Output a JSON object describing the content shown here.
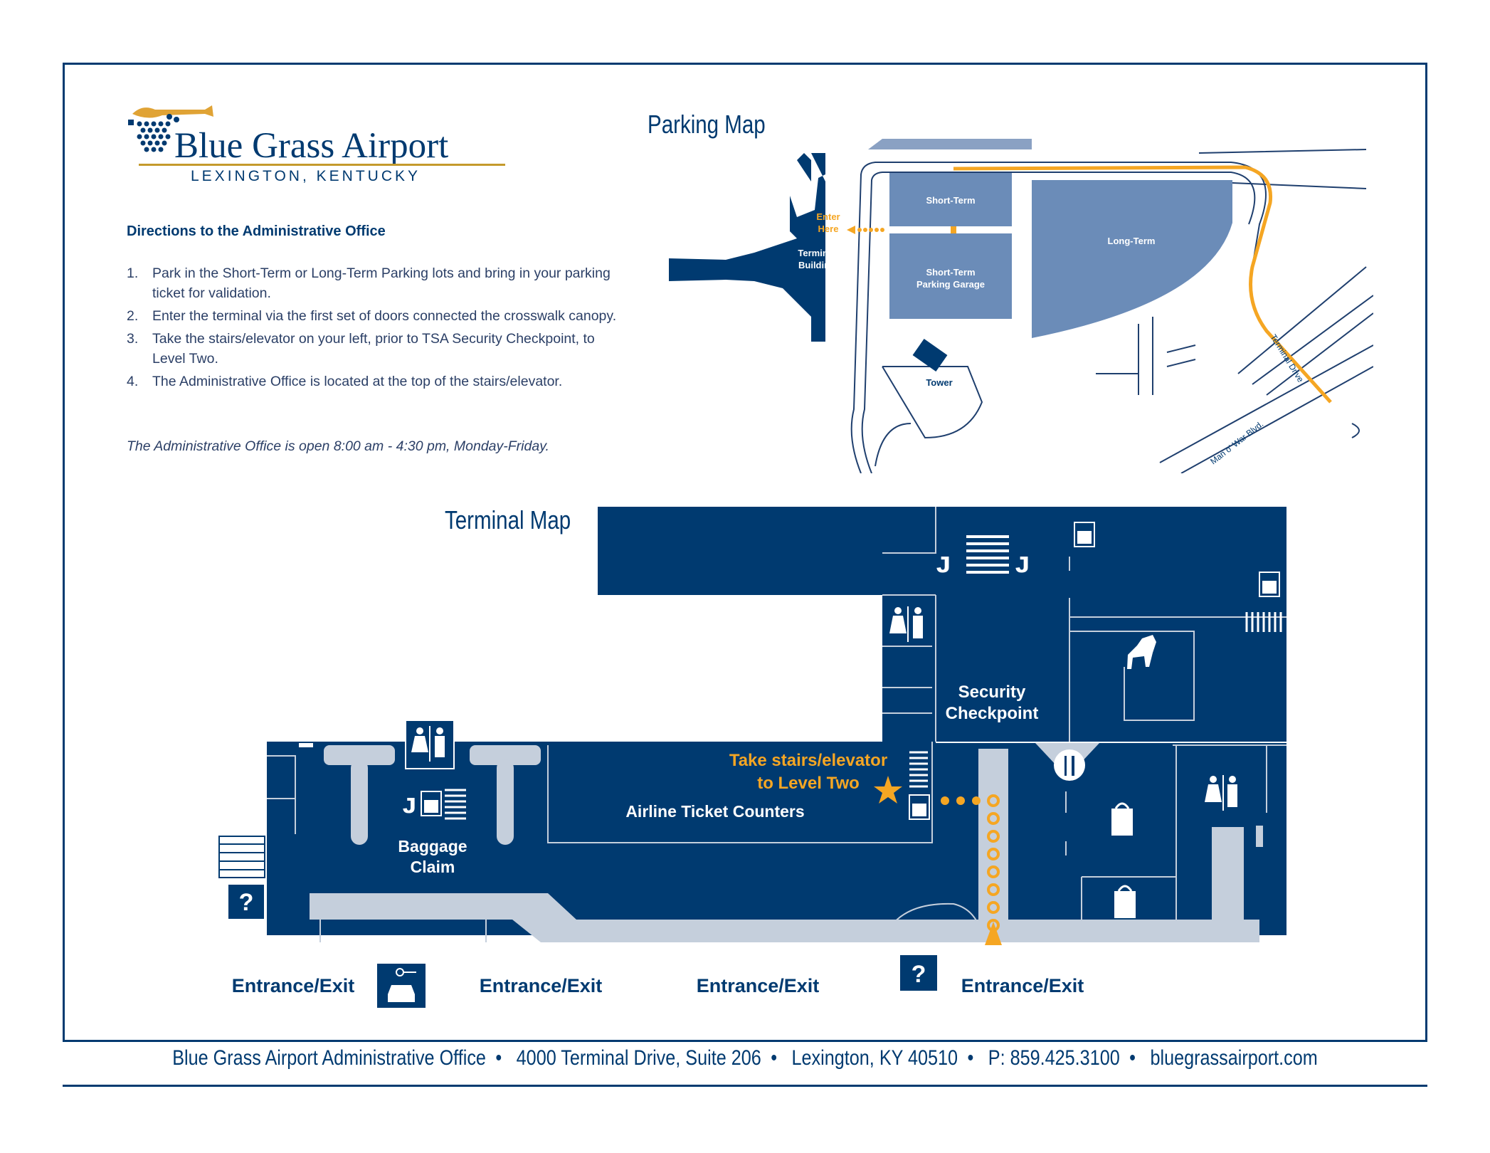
{
  "header": {
    "airport_name": "Blue Grass Airport",
    "location": "LEXINGTON, KENTUCKY"
  },
  "directions": {
    "title": "Directions to the Administrative Office",
    "steps": [
      {
        "num": "1.",
        "text": "Park in the Short-Term or Long-Term Parking lots and bring in your parking ticket for validation."
      },
      {
        "num": "2.",
        "text": "Enter the terminal via the first set of doors connected the crosswalk canopy."
      },
      {
        "num": "3.",
        "text": "Take the stairs/elevator on your left, prior to TSA Security Checkpoint, to Level Two."
      },
      {
        "num": "4.",
        "text": "The Administrative Office is located at the top of the stairs/elevator."
      }
    ],
    "hours": "The Administrative Office is open 8:00 am - 4:30 pm, Monday-Friday."
  },
  "parking_map": {
    "title": "Parking Map",
    "enter_label_1": "Enter",
    "enter_label_2": "Here",
    "terminal_label_1": "Terminal",
    "terminal_label_2": "Building",
    "short_term": "Short-Term",
    "garage_label_1": "Short-Term",
    "garage_label_2": "Parking Garage",
    "long_term": "Long-Term",
    "tower": "Tower",
    "terminal_drive": "Terminal Drive",
    "man_o_war": "Man o' War Blvd."
  },
  "terminal_map": {
    "title": "Terminal Map",
    "security_1": "Security",
    "security_2": "Checkpoint",
    "take_stairs_1": "Take stairs/elevator",
    "take_stairs_2": "to Level Two",
    "airline_counters": "Airline Ticket Counters",
    "baggage_1": "Baggage",
    "baggage_2": "Claim",
    "entrances": [
      "Entrance/Exit",
      "Entrance/Exit",
      "Entrance/Exit",
      "Entrance/Exit"
    ]
  },
  "icons": [
    "restroom-icon",
    "escalator-icon",
    "stairs-icon",
    "elevator-icon",
    "service-animal-icon",
    "dining-icon",
    "shopping-icon",
    "information-icon",
    "rental-car-icon",
    "star-icon"
  ],
  "footer": {
    "office": "Blue Grass Airport Administrative Office",
    "address": "4000 Terminal Drive, Suite 206",
    "city": "Lexington, KY 40510",
    "phone": "P: 859.425.3100",
    "website": "bluegrassairport.com"
  },
  "colors": {
    "navy": "#003a70",
    "slate_blue": "#6b8cb8",
    "light_gray_blue": "#c5cfdc",
    "gold": "#f5a623"
  }
}
